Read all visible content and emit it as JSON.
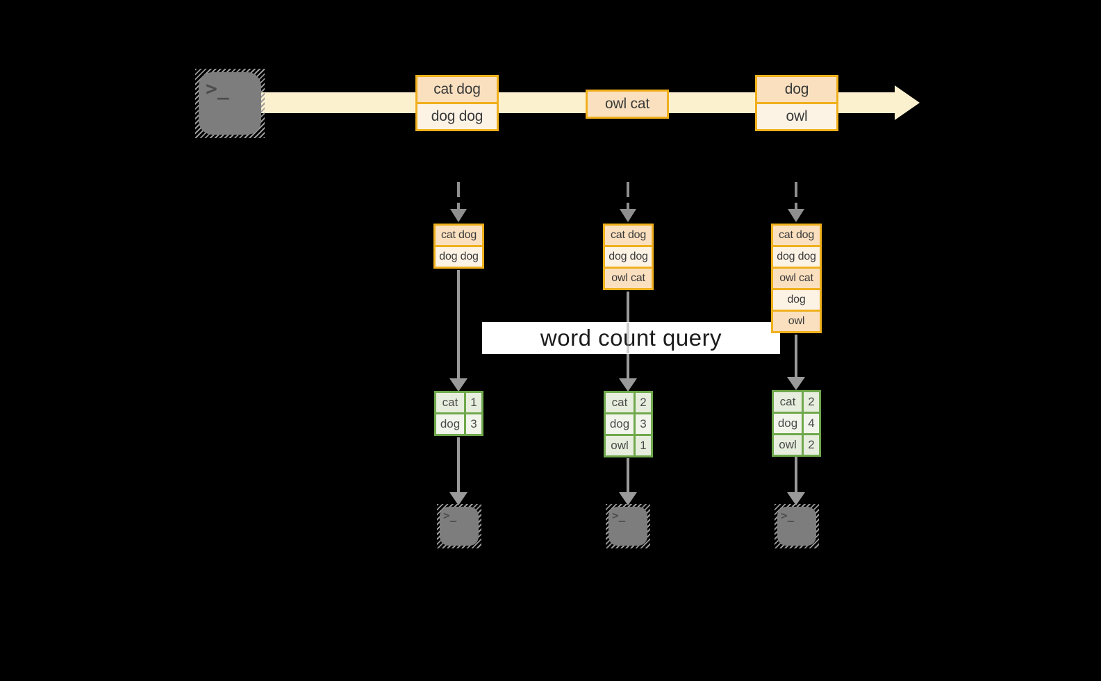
{
  "query": {
    "label": "word count query"
  },
  "stream": {
    "source": {
      "icon": "terminal-icon",
      "glyph": ">_"
    },
    "batches": [
      {
        "rows": [
          "cat dog",
          "dog dog"
        ]
      },
      {
        "rows": [
          "owl cat"
        ]
      },
      {
        "rows": [
          "dog",
          "owl"
        ]
      }
    ]
  },
  "pipelines": [
    {
      "state_rows": [
        "cat dog",
        "dog dog"
      ],
      "counts": [
        {
          "word": "cat",
          "count": "1"
        },
        {
          "word": "dog",
          "count": "3"
        }
      ],
      "sink": {
        "icon": "terminal-icon",
        "glyph": ">_"
      }
    },
    {
      "state_rows": [
        "cat dog",
        "dog dog",
        "owl cat"
      ],
      "counts": [
        {
          "word": "cat",
          "count": "2"
        },
        {
          "word": "dog",
          "count": "3"
        },
        {
          "word": "owl",
          "count": "1"
        }
      ],
      "sink": {
        "icon": "terminal-icon",
        "glyph": ">_"
      }
    },
    {
      "state_rows": [
        "cat dog",
        "dog dog",
        "owl cat",
        "dog",
        "owl"
      ],
      "counts": [
        {
          "word": "cat",
          "count": "2"
        },
        {
          "word": "dog",
          "count": "4"
        },
        {
          "word": "owl",
          "count": "2"
        }
      ],
      "sink": {
        "icon": "terminal-icon",
        "glyph": ">_"
      }
    }
  ],
  "colors": {
    "background": "#000000",
    "stream_band": "#fcf1cf",
    "box_border_orange": "#f0b01c",
    "box_fill_peach": "#fae0bf",
    "box_fill_cream": "#fdf3e5",
    "table_border_green": "#6fa84c",
    "table_fill_light": "#e7eedd",
    "table_fill_lighter": "#f2f5ec",
    "arrow_gray": "#9a9a9a",
    "terminal_gray": "#7d7d7d",
    "query_label_bg": "#ffffff"
  }
}
